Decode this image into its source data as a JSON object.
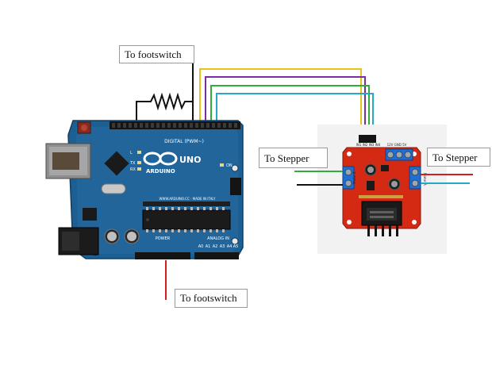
{
  "labels": {
    "footswitch_top": "To footswitch",
    "footswitch_bottom": "To footswitch",
    "stepper_left": "To Stepper",
    "stepper_right": "To Stepper"
  },
  "arduino": {
    "brand": "ARDUINO",
    "model": "UNO",
    "digital_header": "DIGITAL (PWM~)",
    "power_header": "POWER",
    "analog_header": "ANALOG IN",
    "leds": [
      "L",
      "TX",
      "RX",
      "ON"
    ],
    "site": "WWW.ARDUINO.CC - MADE IN ITALY"
  },
  "driver": {
    "input_pins": "IN1 IN2 IN3 IN4",
    "power_pins": "12V GND 5V",
    "motor_a": "Motor A",
    "motor_b": "Motor B"
  },
  "wire_colors": {
    "yellow": "#e8c21a",
    "purple": "#7a2fa0",
    "green": "#2fae3a",
    "cyan": "#26a8c9",
    "red": "#d41e1e",
    "black": "#111111",
    "board_blue": "#1c5f93",
    "driver_red": "#d42a14"
  }
}
